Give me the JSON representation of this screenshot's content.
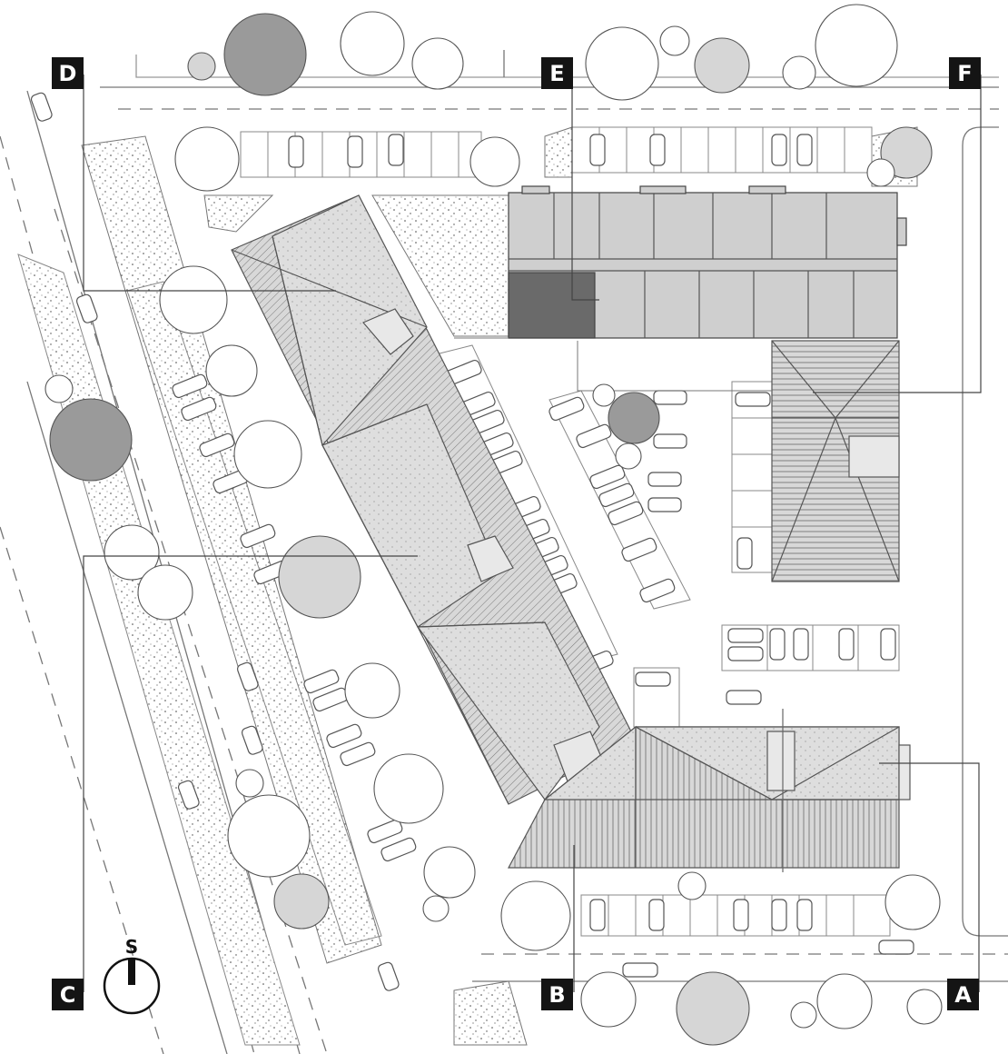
{
  "section_markers": [
    {
      "id": "marker-d",
      "label": "D"
    },
    {
      "id": "marker-e",
      "label": "E"
    },
    {
      "id": "marker-f",
      "label": "F"
    },
    {
      "id": "marker-c",
      "label": "C"
    },
    {
      "id": "marker-b",
      "label": "B"
    },
    {
      "id": "marker-a",
      "label": "A"
    }
  ],
  "compass": {
    "label": "S"
  },
  "colors": {
    "roof": "#dcdcdc",
    "roof_dark": "#8a8a8a",
    "line": "#555555",
    "marker_bg": "#141414",
    "tree_dark": "#9a9a9a",
    "tree_light": "#d6d6d6"
  }
}
